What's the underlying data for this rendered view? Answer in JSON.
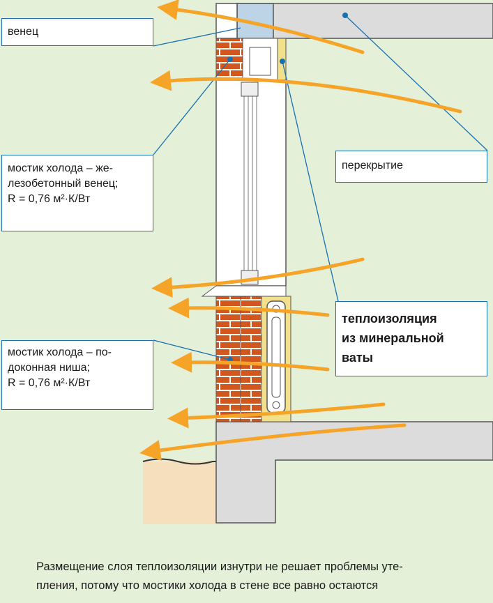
{
  "labels": {
    "venets": [
      "венец"
    ],
    "bridge1": [
      "мостик холода – же-",
      "лезобетонный венец;",
      "R = 0,76 м²·К/Вт"
    ],
    "perekrytie": [
      "перекрытие"
    ],
    "insulation": [
      "теплоизоляция",
      "из минеральной",
      "ваты"
    ],
    "bridge2": [
      "мостик холода – по-",
      "доконная ниша;",
      "R = 0,76 м²·К/Вт"
    ]
  },
  "caption": [
    "Размещение слоя теплоизоляции изнутри не решает проблемы уте-",
    "пления, потому что мостики холода в стене все равно остаются"
  ],
  "colors": {
    "background": "#e4f0d8",
    "arrow": "#f5a428",
    "brick": "#d2571e",
    "insulation": "#f2e08a",
    "leader": "#1a6fb0",
    "slab": "#d9d9d9"
  }
}
